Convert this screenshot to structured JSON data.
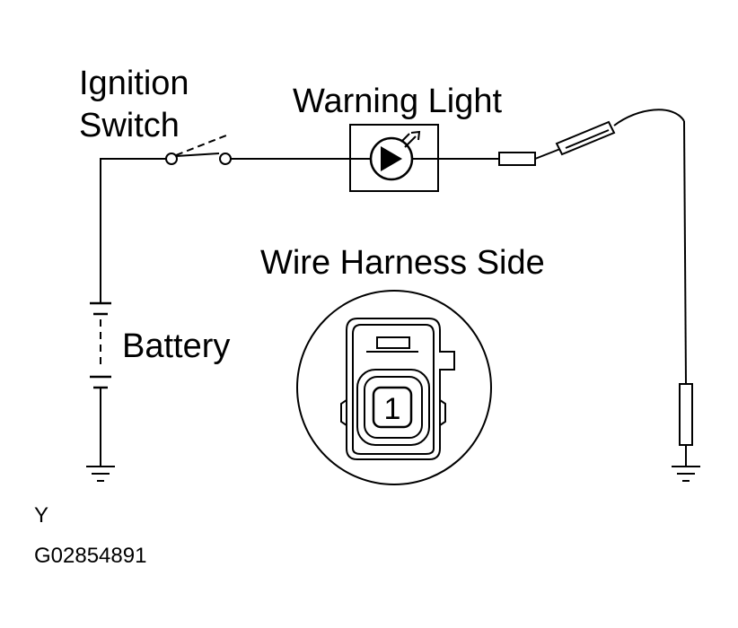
{
  "labels": {
    "ignition_line1": "Ignition",
    "ignition_line2": "Switch",
    "warning_light": "Warning Light",
    "wire_harness_side": "Wire Harness Side",
    "battery": "Battery",
    "connector_pin": "1",
    "corner_letter": "Y",
    "figure_code": "G02854891"
  },
  "colors": {
    "line": "#000000",
    "background": "#ffffff"
  },
  "icons": {
    "ground": "ground-symbol",
    "battery": "battery-symbol",
    "switch": "open-switch-symbol",
    "lamp": "warning-lamp-symbol",
    "probe": "test-probe"
  }
}
